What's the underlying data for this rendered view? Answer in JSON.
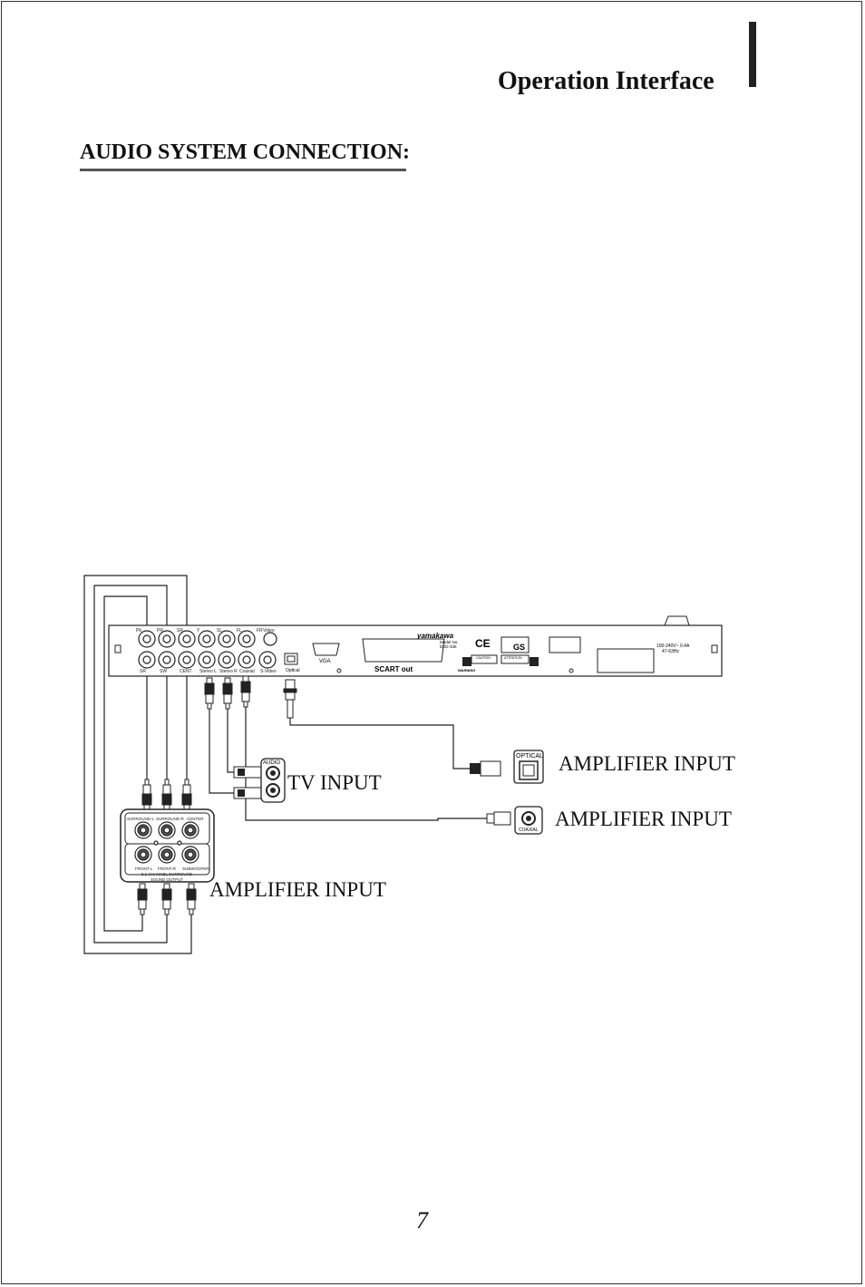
{
  "header": {
    "title": "Operation Interface"
  },
  "section": {
    "title": "AUDIO SYSTEM CONNECTION:"
  },
  "diagram": {
    "labels": {
      "tv_input": "TV INPUT",
      "amp_optical": "AMPLIFIER INPUT",
      "amp_coaxial": "AMPLIFIER INPUT",
      "amp_surround": "AMPLIFIER INPUT"
    },
    "player": {
      "brand": "yamakawa",
      "model": "Model No.\nDVD-335",
      "top_labels": [
        "Pb",
        "PR",
        "SR",
        "Y",
        "SL",
        "FL",
        "FR",
        "Video"
      ],
      "bottom_labels": [
        "SR",
        "SW",
        "CENT",
        "Stereo L",
        "Stereo R",
        "Coaxial",
        "S-Video",
        "Optical"
      ],
      "vga": "VGA",
      "scart": "SCART  out",
      "caution": "CAUTION",
      "attention": "ATTENTION",
      "warning": "WARNING",
      "power": "100-240V~ 0.4A\n47-63Hz"
    },
    "tv_jack": {
      "label": "AUDIO"
    },
    "optical_jack": {
      "label": "OPTICAL"
    },
    "coaxial_jack": {
      "label": "COAXIAL"
    },
    "surround_box": {
      "top_labels": [
        "SURROUND-L",
        "SURROUND-R",
        "CENTER"
      ],
      "bottom_labels": [
        "FRONT-L",
        "FRONT-R",
        "SUBWOOFER"
      ],
      "caption1": "5.1  CHANNEL  SURROUND",
      "caption2": "SOUND  OUTPUT"
    }
  },
  "page_number": "7"
}
